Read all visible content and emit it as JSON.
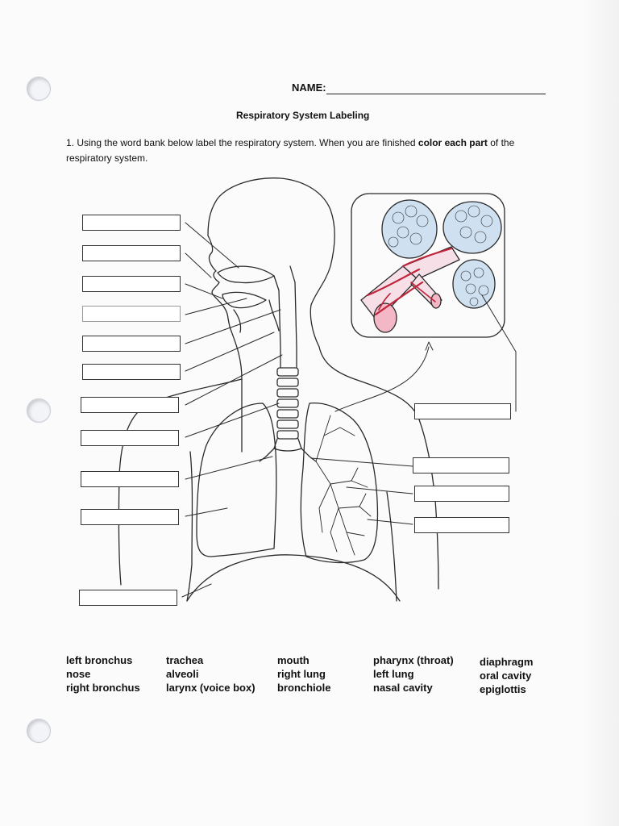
{
  "header": {
    "name_label": "NAME:",
    "title": "Respiratory System Labeling"
  },
  "instructions": {
    "prefix": "1. Using the word bank below label the respiratory system. When you are finished ",
    "emphasis": "color each part",
    "suffix": " of the respiratory system."
  },
  "word_bank": {
    "columns": [
      [
        "left bronchus",
        "nose",
        "right bronchus"
      ],
      [
        "trachea",
        "alveoli",
        "larynx (voice box)"
      ],
      [
        "mouth",
        "right lung",
        "bronchiole"
      ],
      [
        "pharynx (throat)",
        "left lung",
        "nasal cavity"
      ],
      [
        "diaphragm",
        "oral cavity",
        "epiglottis"
      ]
    ]
  },
  "colors": {
    "ink": "#222222",
    "blood_vessel": "#c0243a",
    "bronchiole_fill": "#f4b7c6",
    "alveoli_fill": "#cfe0f0"
  }
}
